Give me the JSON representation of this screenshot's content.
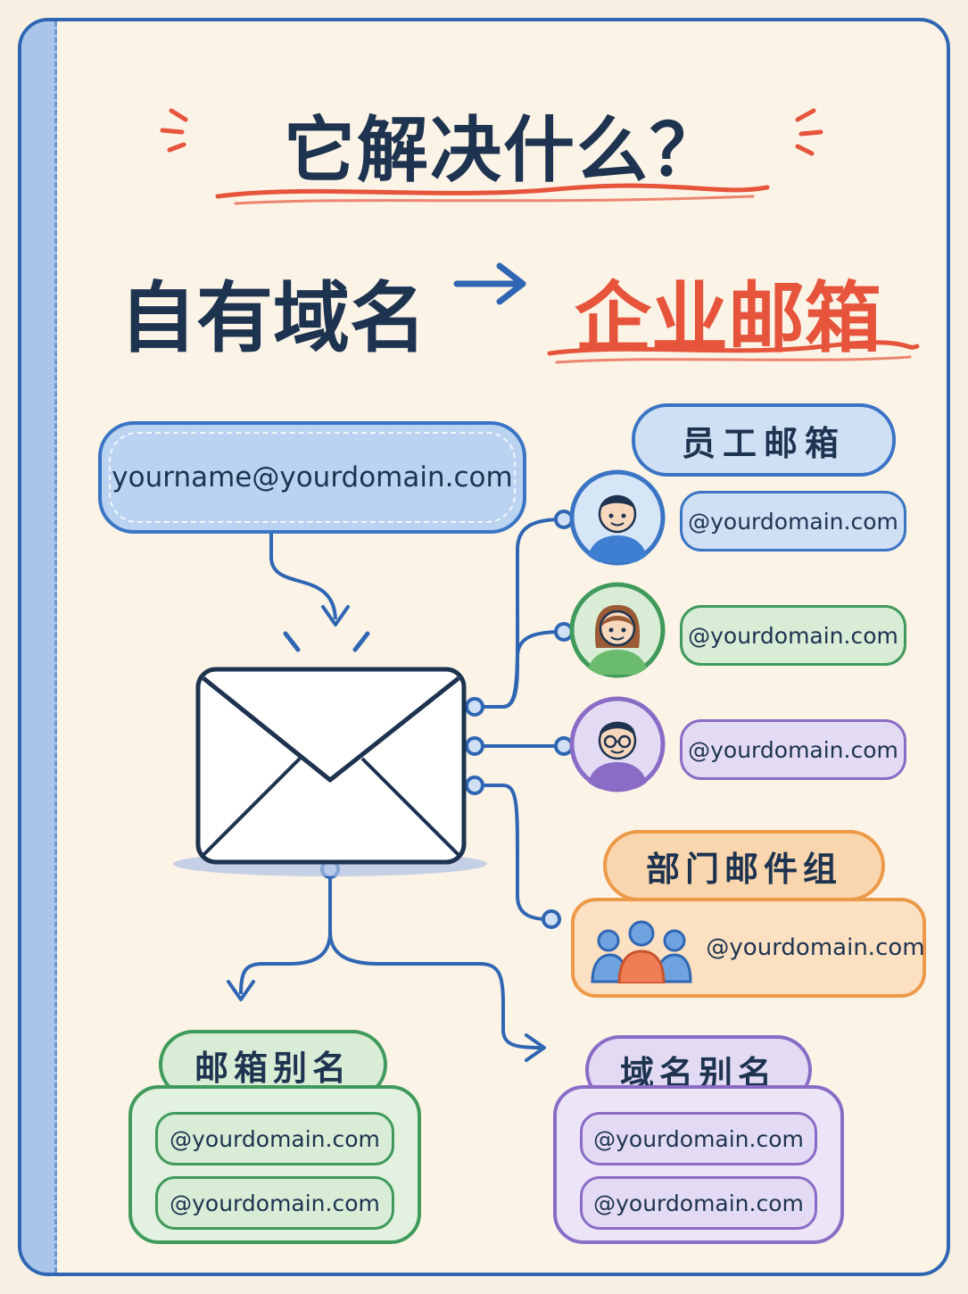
{
  "title": "它解决什么？",
  "subtitle_left": "自有域名",
  "subtitle_right": "企业邮箱",
  "source_address": "yourname@yourdomain.com",
  "employee_section": {
    "label": "员工邮箱",
    "addresses": [
      "@yourdomain.com",
      "@yourdomain.com",
      "@yourdomain.com"
    ]
  },
  "department_section": {
    "label": "部门邮件组",
    "address": "@yourdomain.com"
  },
  "mailbox_alias_section": {
    "label": "邮箱别名",
    "addresses": [
      "@yourdomain.com",
      "@yourdomain.com"
    ]
  },
  "domain_alias_section": {
    "label": "域名别名",
    "addresses": [
      "@yourdomain.com",
      "@yourdomain.com"
    ]
  },
  "colors": {
    "navy": "#1d3350",
    "accent_red": "#e6543c",
    "blue": "#3a74c4",
    "green": "#3f9a5b",
    "purple": "#8a6cc7",
    "orange": "#ec9a4a"
  },
  "icons": [
    "envelope-icon",
    "person-man-icon",
    "person-woman-icon",
    "person-glasses-icon",
    "group-icon",
    "arrow-right-icon"
  ]
}
